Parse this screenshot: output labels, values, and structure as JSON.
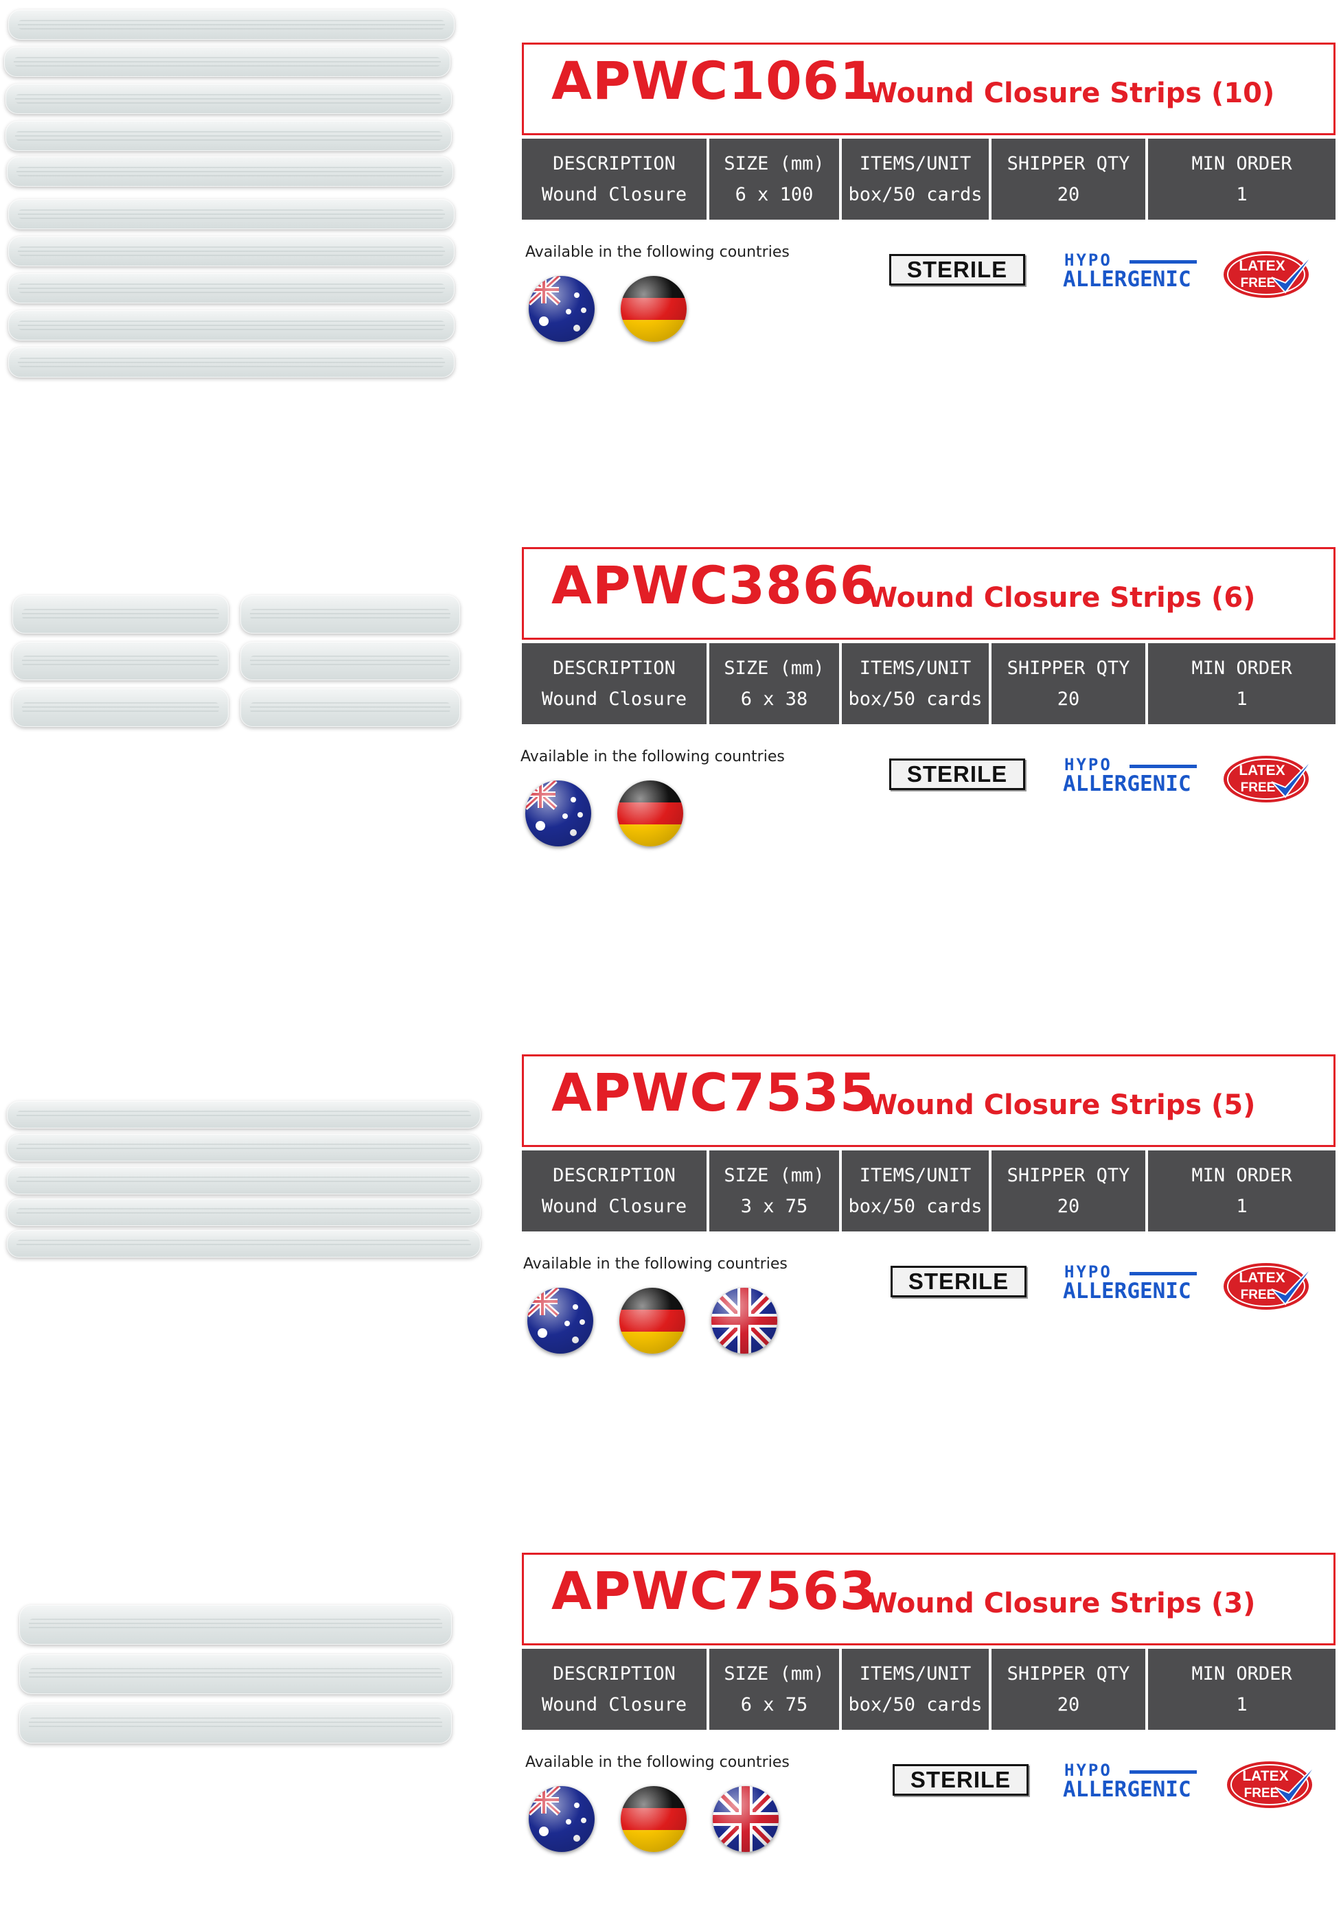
{
  "products": [
    {
      "code": "APWC1061",
      "name": "Wound Closure Strips (10)",
      "headers": [
        "DESCRIPTION",
        "SIZE (mm)",
        "ITEMS/UNIT",
        "SHIPPER QTY",
        "MIN ORDER"
      ],
      "values": [
        "Wound Closure",
        "6 x 100",
        "box/50 cards",
        "20",
        "1"
      ],
      "available_label": "Available in the following countries",
      "countries": [
        "australia-flag-icon",
        "germany-flag-icon"
      ],
      "sterile_label": "STERILE",
      "hypo_top": "HYPO",
      "hypo_bottom": "ALLERGENIC",
      "latex_top": "LATEX",
      "latex_bottom": "FREE"
    },
    {
      "code": "APWC3866",
      "name": "Wound Closure Strips (6)",
      "headers": [
        "DESCRIPTION",
        "SIZE (mm)",
        "ITEMS/UNIT",
        "SHIPPER QTY",
        "MIN ORDER"
      ],
      "values": [
        "Wound Closure",
        "6 x 38",
        "box/50 cards",
        "20",
        "1"
      ],
      "available_label": "Available in the following countries",
      "countries": [
        "australia-flag-icon",
        "germany-flag-icon"
      ],
      "sterile_label": "STERILE",
      "hypo_top": "HYPO",
      "hypo_bottom": "ALLERGENIC",
      "latex_top": "LATEX",
      "latex_bottom": "FREE"
    },
    {
      "code": "APWC7535",
      "name": "Wound Closure Strips (5)",
      "headers": [
        "DESCRIPTION",
        "SIZE (mm)",
        "ITEMS/UNIT",
        "SHIPPER QTY",
        "MIN ORDER"
      ],
      "values": [
        "Wound Closure",
        "3 x 75",
        "box/50 cards",
        "20",
        "1"
      ],
      "available_label": "Available in the following countries",
      "countries": [
        "australia-flag-icon",
        "germany-flag-icon",
        "uk-flag-icon"
      ],
      "sterile_label": "STERILE",
      "hypo_top": "HYPO",
      "hypo_bottom": "ALLERGENIC",
      "latex_top": "LATEX",
      "latex_bottom": "FREE"
    },
    {
      "code": "APWC7563",
      "name": "Wound Closure Strips (3)",
      "headers": [
        "DESCRIPTION",
        "SIZE (mm)",
        "ITEMS/UNIT",
        "SHIPPER QTY",
        "MIN ORDER"
      ],
      "values": [
        "Wound Closure",
        "6 x 75",
        "box/50 cards",
        "20",
        "1"
      ],
      "available_label": "Available in the following countries",
      "countries": [
        "australia-flag-icon",
        "germany-flag-icon",
        "uk-flag-icon"
      ],
      "sterile_label": "STERILE",
      "hypo_top": "HYPO",
      "hypo_bottom": "ALLERGENIC",
      "latex_top": "LATEX",
      "latex_bottom": "FREE"
    }
  ],
  "colors": {
    "accent_red": "#e31e26",
    "table_grey": "#4d4d4f",
    "hypo_blue": "#1a57c9"
  }
}
